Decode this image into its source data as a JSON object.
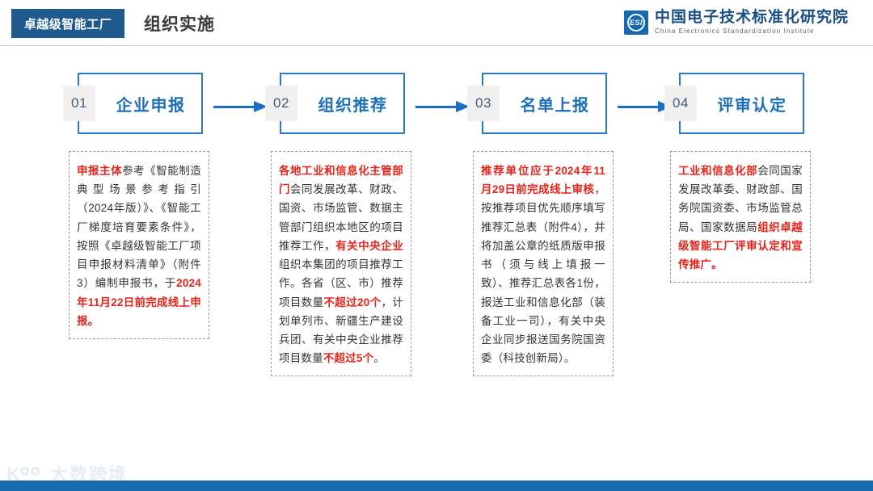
{
  "header": {
    "tag": "卓越级智能工厂",
    "title": "组织实施",
    "logo": {
      "mark_text": "ESI",
      "cn_name": "中国电子技术标准化研究院",
      "en_name": "China Electronics Standardization Institute"
    }
  },
  "steps": [
    {
      "num": "01",
      "label": "企业申报",
      "note_html": "<b>申报主体</b>参考《智能制造典型场景参考指引（2024年版）》、《智能工厂梯度培育要素条件》，按照《卓越级智能工厂项目申报材料清单》（附件3）编制申报书，于<b>2024年11月22日前完成线上申报。</b>"
    },
    {
      "num": "02",
      "label": "组织推荐",
      "note_html": "<b>各地工业和信息化主管部门</b>会同发展改革、财政、国资、市场监管、数据主管部门组织本地区的项目推荐工作，<b>有关中央企业</b>组织本集团的项目推荐工作。各省（区、市）推荐项目数量<b>不超过20个</b>，计划单列市、新疆生产建设兵团、有关中央企业推荐项目数量<b>不超过5个</b>。"
    },
    {
      "num": "03",
      "label": "名单上报",
      "note_html": "<b>推荐单位应于2024年11月29日前完成线上审核</b>，按推荐项目优先顺序填写推荐汇总表（附件4），并将加盖公章的纸质版申报书（须与线上填报一致）、推荐汇总表各1份，报送工业和信息化部（装备工业一司），有关中央企业同步报送国务院国资委（科技创新局）。"
    },
    {
      "num": "04",
      "label": "评审认定",
      "note_html": "<b>工业和信息化部</b>会同国家发展改革委、财政部、国务院国资委、市场监管总局、国家数据局<b>组织卓越级智能工厂评审认定和宣传推广。</b>"
    }
  ],
  "watermark": {
    "text": "大数跨境"
  },
  "colors": {
    "header_tag_bg": "#1f5a8f",
    "step_border": "#2a79c4",
    "step_label": "#1d6fb8",
    "arrow": "#1b6ec2",
    "highlight": "#e8231a",
    "footer_bar": "#1a6cb0"
  }
}
